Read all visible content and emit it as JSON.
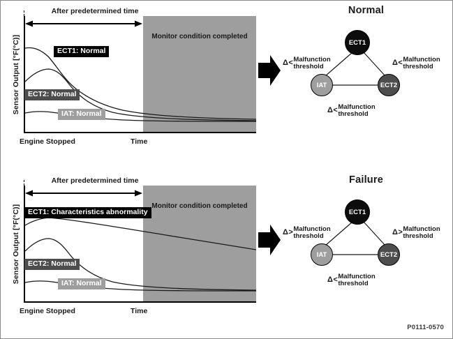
{
  "document": {
    "reference_code": "P0111-0570"
  },
  "colors": {
    "ect1": "#000000",
    "ect2": "#4d4d4d",
    "iat": "#9e9e9e",
    "monitor_zone": "#9e9e9e",
    "axis": "#000000"
  },
  "chart_data": {
    "type": "line",
    "panels": [
      {
        "key": "normal",
        "title": "Normal",
        "ylabel": "Sensor Output [°F(°C)]",
        "xlabel": "Time",
        "x_origin_label": "Engine Stopped",
        "span_caption": "After predetermined time",
        "monitor_zone_label": "Monitor condition completed",
        "grid": false,
        "legend": "inline-tags",
        "series": [
          {
            "name": "ECT1",
            "label": "ECT1: Normal",
            "color": "#000000",
            "x": [
              0,
              4,
              8,
              10,
              14,
              20,
              28,
              38,
              50,
              65,
              80,
              100
            ],
            "y": [
              72,
              72,
              70,
              66,
              52,
              38,
              28,
              21,
              16,
              13,
              12,
              11
            ]
          },
          {
            "name": "ECT2",
            "label": "ECT2: Normal",
            "color": "#4d4d4d",
            "x": [
              0,
              4,
              8,
              12,
              16,
              22,
              30,
              40,
              52,
              68,
              84,
              100
            ],
            "y": [
              43,
              50,
              53,
              52,
              45,
              34,
              25,
              18,
              14,
              12,
              11,
              11
            ]
          },
          {
            "name": "IAT",
            "label": "IAT: Normal",
            "color": "#9e9e9e",
            "x": [
              0,
              10,
              25,
              45,
              70,
              100
            ],
            "y": [
              15,
              15,
              14,
              12,
              11,
              11
            ]
          }
        ]
      },
      {
        "key": "failure",
        "title": "Failure",
        "ylabel": "Sensor Output [°F(°C)]",
        "xlabel": "Time",
        "x_origin_label": "Engine Stopped",
        "span_caption": "After predetermined time",
        "monitor_zone_label": "Monitor condition completed",
        "grid": false,
        "legend": "inline-tags",
        "series": [
          {
            "name": "ECT1",
            "label": "ECT1: Characteristics abnormality",
            "color": "#000000",
            "x": [
              0,
              4,
              8,
              12,
              20,
              35,
              50,
              70,
              85,
              100
            ],
            "y": [
              66,
              69,
              71,
              70,
              67,
              61,
              56,
              49,
              44,
              40
            ]
          },
          {
            "name": "ECT2",
            "label": "ECT2: Normal",
            "color": "#4d4d4d",
            "x": [
              0,
              4,
              8,
              12,
              16,
              22,
              30,
              40,
              52,
              68,
              84,
              100
            ],
            "y": [
              43,
              50,
              53,
              52,
              45,
              34,
              25,
              18,
              14,
              12,
              11,
              11
            ]
          },
          {
            "name": "IAT",
            "label": "IAT: Normal",
            "color": "#9e9e9e",
            "x": [
              0,
              10,
              25,
              45,
              70,
              100
            ],
            "y": [
              15,
              15,
              14,
              12,
              11,
              11
            ]
          }
        ]
      }
    ]
  },
  "node_diagrams": [
    {
      "key": "normal",
      "title": "Normal",
      "nodes": [
        {
          "id": "ect1",
          "label": "ECT1",
          "color": "#000000"
        },
        {
          "id": "iat",
          "label": "IAT",
          "color": "#9e9e9e"
        },
        {
          "id": "ect2",
          "label": "ECT2",
          "color": "#4d4d4d"
        }
      ],
      "thresholds": [
        {
          "edge": "ect1-iat",
          "symbol": "Δ",
          "operator": "<",
          "line1": "Malfunction",
          "line2": "threshold"
        },
        {
          "edge": "ect1-ect2",
          "symbol": "Δ",
          "operator": "<",
          "line1": "Malfunction",
          "line2": "threshold"
        },
        {
          "edge": "iat-ect2",
          "symbol": "Δ",
          "operator": "<",
          "line1": "Malfunction",
          "line2": "threshold"
        }
      ]
    },
    {
      "key": "failure",
      "title": "Failure",
      "nodes": [
        {
          "id": "ect1",
          "label": "ECT1",
          "color": "#000000"
        },
        {
          "id": "iat",
          "label": "IAT",
          "color": "#9e9e9e"
        },
        {
          "id": "ect2",
          "label": "ECT2",
          "color": "#4d4d4d"
        }
      ],
      "thresholds": [
        {
          "edge": "ect1-iat",
          "symbol": "Δ",
          "operator": ">",
          "line1": "Malfunction",
          "line2": "threshold"
        },
        {
          "edge": "ect1-ect2",
          "symbol": "Δ",
          "operator": ">",
          "line1": "Malfunction",
          "line2": "threshold"
        },
        {
          "edge": "iat-ect2",
          "symbol": "Δ",
          "operator": "<",
          "line1": "Malfunction",
          "line2": "threshold"
        }
      ]
    }
  ]
}
